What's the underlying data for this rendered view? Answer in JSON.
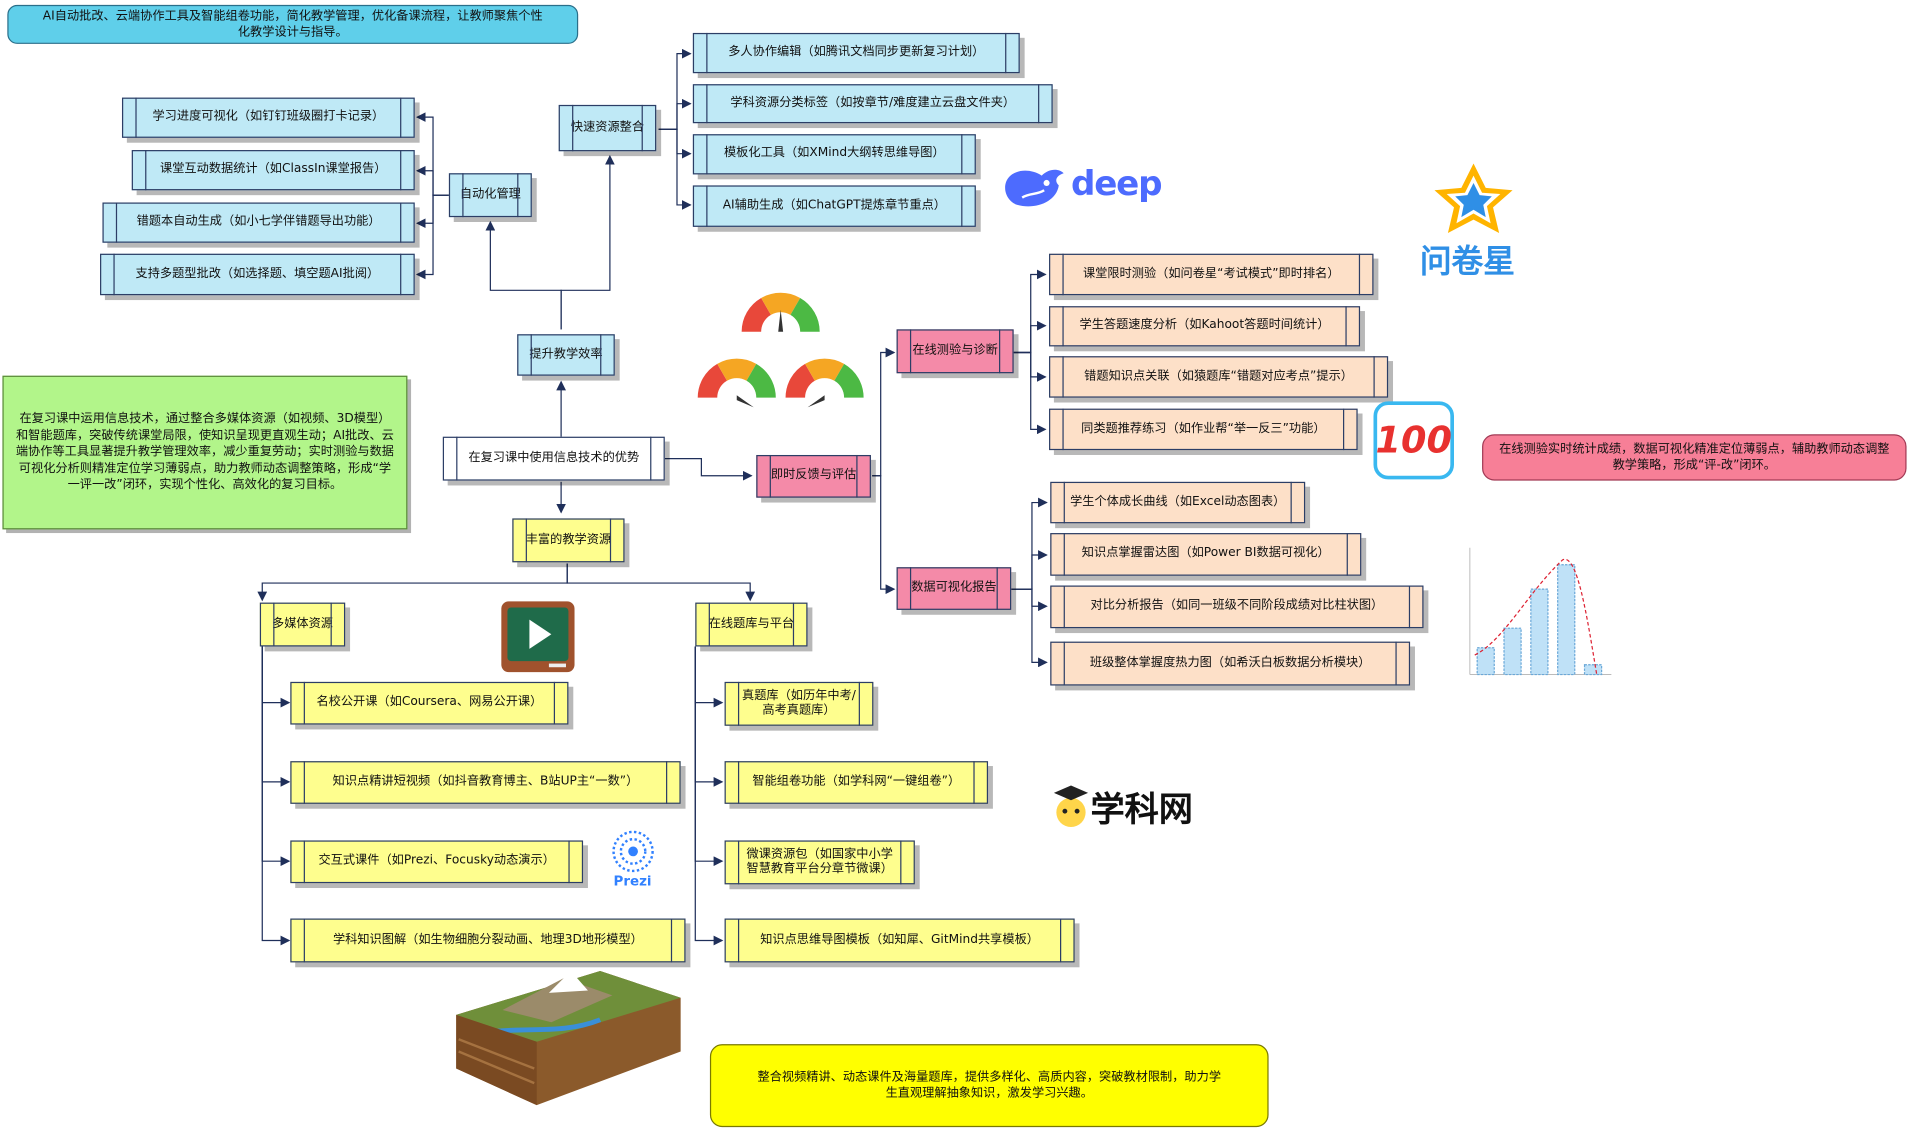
{
  "root": {
    "label": "在复习课中使用信息技术的优势"
  },
  "branches": {
    "efficiency": {
      "label": "提升教学效率"
    },
    "automation": {
      "label": "自动化管理"
    },
    "quick_resources": {
      "label": "快速资源整合"
    },
    "rich_resources": {
      "label": "丰富的教学资源"
    },
    "multimedia": {
      "label": "多媒体资源"
    },
    "question_bank": {
      "label": "在线题库与平台"
    },
    "feedback": {
      "label": "即时反馈与评估"
    },
    "online_test": {
      "label": "在线测验与诊断"
    },
    "data_report": {
      "label": "数据可视化报告"
    }
  },
  "automation_items": [
    "学习进度可视化（如钉钉班级圈打卡记录）",
    "课堂互动数据统计（如ClassIn课堂报告）",
    "错题本自动生成（如小七学伴错题导出功能）",
    "支持多题型批改（如选择题、填空题AI批阅）"
  ],
  "quick_items": [
    "多人协作编辑（如腾讯文档同步更新复习计划）",
    "学科资源分类标签（如按章节/难度建立云盘文件夹）",
    "模板化工具（如XMind大纲转思维导图）",
    "AI辅助生成（如ChatGPT提炼章节重点）"
  ],
  "online_test_items": [
    "课堂限时测验（如问卷星“考试模式”即时排名）",
    "学生答题速度分析（如Kahoot答题时间统计）",
    "错题知识点关联（如猿题库“错题对应考点”提示）",
    "同类题推荐练习（如作业帮“举一反三”功能）"
  ],
  "data_report_items": [
    "学生个体成长曲线（如Excel动态图表）",
    "知识点掌握雷达图（如Power BI数据可视化）",
    "对比分析报告（如同一班级不同阶段成绩对比柱状图）",
    "班级整体掌握度热力图（如希沃白板数据分析模块）"
  ],
  "multimedia_items": [
    "名校公开课（如Coursera、网易公开课）",
    "知识点精讲短视频（如抖音教育博主、B站UP主“一数”）",
    "交互式课件（如Prezi、Focusky动态演示）",
    "学科知识图解（如生物细胞分裂动画、地理3D地形模型）"
  ],
  "question_bank_items": [
    "真题库（如历年中考/\n高考真题库）",
    "智能组卷功能（如学科网“一键组卷”）",
    "微课资源包（如国家中小学\n智慧教育平台分章节微课）",
    "知识点思维导图模板（如知犀、GitMind共享模板）"
  ],
  "notes": {
    "top_left": "AI自动批改、云端协作工具及智能组卷功能，简化教学管理，优化备课流程，让教师聚焦个性化教学设计与指导。",
    "left": "在复习课中运用信息技术，通过整合多媒体资源（如视频、3D模型）和智能题库，突破传统课堂局限，使知识呈现更直观生动；AI批改、云端协作等工具显著提升教学管理效率，减少重复劳动；实时测验与数据可视化分析则精准定位学习薄弱点，助力教师动态调整策略，形成“学一评一改”闭环，实现个性化、高效化的复习目标。",
    "right": "在线测验实时统计成绩，数据可视化精准定位薄弱点，辅助教师动态调整教学策略，形成“评-改”闭环。",
    "bottom": "整合视频精讲、动态课件及海量题库，提供多样化、高质内容，突破教材限制，助力学生直观理解抽象知识，激发学习兴趣。"
  },
  "logos": {
    "deepseek": "deep",
    "wenjuanxing": "问卷星",
    "xuekewang": "学科网",
    "prezi": "Prezi",
    "hundred": "100"
  },
  "colors": {
    "blue_node": "#bfe9f6",
    "yellow_node": "#fefe8e",
    "pink_node": "#f48aa8",
    "peach_node": "#fde0c8",
    "connector": "#1f2f5a"
  }
}
